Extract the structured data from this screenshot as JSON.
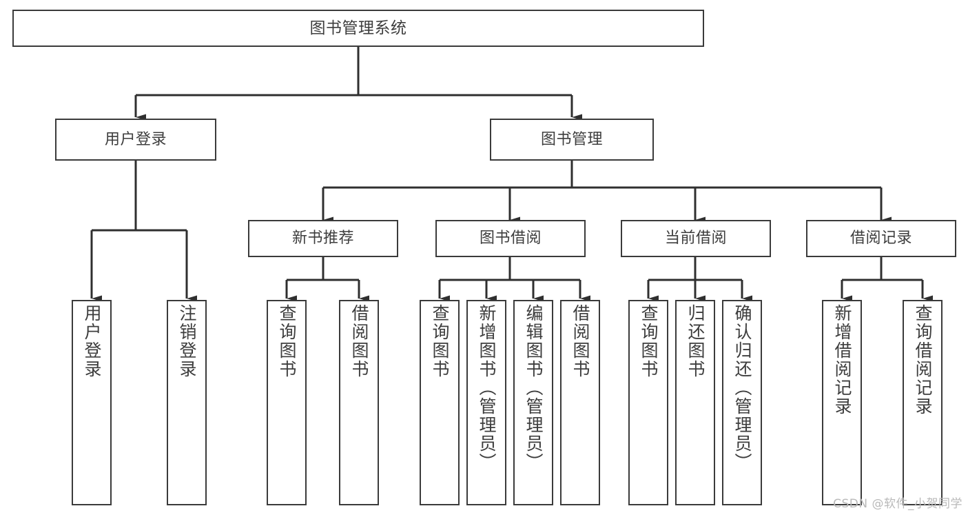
{
  "diagram": {
    "type": "tree",
    "title": "图书管理系统",
    "orientation": "top-down",
    "colors": {
      "box_border": "#3a3a3a",
      "box_fill": "#ffffff",
      "connector": "#2f2f2f",
      "text": "#3d3d3d",
      "watermark": "#b9b9b9",
      "background": "#ffffff"
    },
    "root": {
      "label": "图书管理系统"
    },
    "level2": [
      {
        "label": "用户登录"
      },
      {
        "label": "图书管理"
      }
    ],
    "level3": [
      {
        "label": "新书推荐"
      },
      {
        "label": "图书借阅"
      },
      {
        "label": "当前借阅"
      },
      {
        "label": "借阅记录"
      }
    ],
    "leaves": {
      "user_login": [
        {
          "label": "用户登录"
        },
        {
          "label": "注销登录"
        }
      ],
      "new_book": [
        {
          "label": "查询图书"
        },
        {
          "label": "借阅图书"
        }
      ],
      "borrow_book": [
        {
          "label": "查询图书"
        },
        {
          "label": "新增图书（管理员）"
        },
        {
          "label": "编辑图书（管理员）"
        },
        {
          "label": "借阅图书"
        }
      ],
      "current_borrow": [
        {
          "label": "查询图书"
        },
        {
          "label": "归还图书"
        },
        {
          "label": "确认归还（管理员）"
        }
      ],
      "borrow_record": [
        {
          "label": "新增借阅记录"
        },
        {
          "label": "查询借阅记录"
        }
      ]
    }
  },
  "watermark": {
    "text": "CSDN @软件_小贺同学"
  }
}
